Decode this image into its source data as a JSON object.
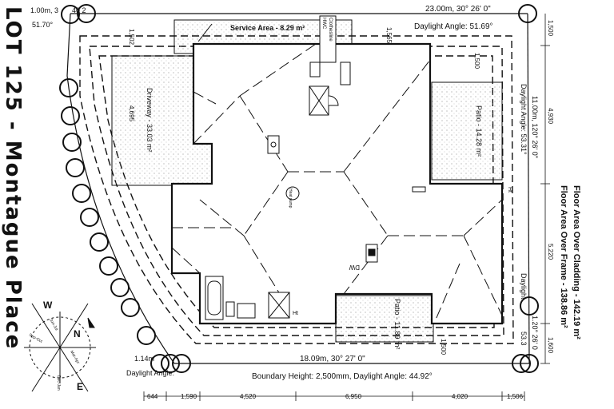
{
  "lot": {
    "title": "LOT 125 - Montague Place"
  },
  "boundary": {
    "top_right": "23.00m, 30° 26' 0\"",
    "top_left": "1.00m, 3",
    "top_left2": "40 2",
    "left_angle": "51.70°",
    "right_side": "11.00m, 120° 26' 0\"",
    "right_lower": "1.20° 26' 0",
    "bottom_main": "18.09m, 30° 27' 0\"",
    "bottom_left": "1.14m",
    "boundary_height": "Boundary Height: 2,500mm, Daylight Angle: 44.92°"
  },
  "daylight": {
    "top": "Daylight Angle: 51.69°",
    "right": "Daylight Angle: 53.31°",
    "right_lower": "Daylight",
    "right_lower2": "53.3",
    "bottom_left": "Daylight Angle:"
  },
  "areas": {
    "service": "Service Area - 8.29 m²",
    "driveway": "Driveway - 33.03 m²",
    "patio_right": "Patio - 14.28 m²",
    "patio_bottom": "Patio - 11.89 m²",
    "floor_cladding": "Floor Area Over Cladding - 142.19 m²",
    "floor_frame": "Floor Area Over Frame - 138.86 m²"
  },
  "dims": {
    "bottom": [
      "644",
      "1,590",
      "4,520",
      "6,950",
      "4,020",
      "1,506"
    ],
    "right": [
      "1,500",
      "4,930",
      "5,220",
      "1,600"
    ],
    "driveway_h": "4,695",
    "left_top": "1,502",
    "patio_top": "1,500",
    "mid_top": "1,565",
    "patio_bot": "1,500"
  },
  "fixtures": {
    "dw": "DW",
    "hwc": "HWC",
    "heatpump": "Heat pump",
    "clothesline": "Clothesline",
    "ht1": "Ht",
    "ht2": "Ht"
  },
  "compass": {
    "w": "W",
    "n": "N",
    "e": "E",
    "s1": "Jun-Jul",
    "s2": "Dec-Jan",
    "s3": "Sep-Oct",
    "s4": "Mar-Apr"
  }
}
